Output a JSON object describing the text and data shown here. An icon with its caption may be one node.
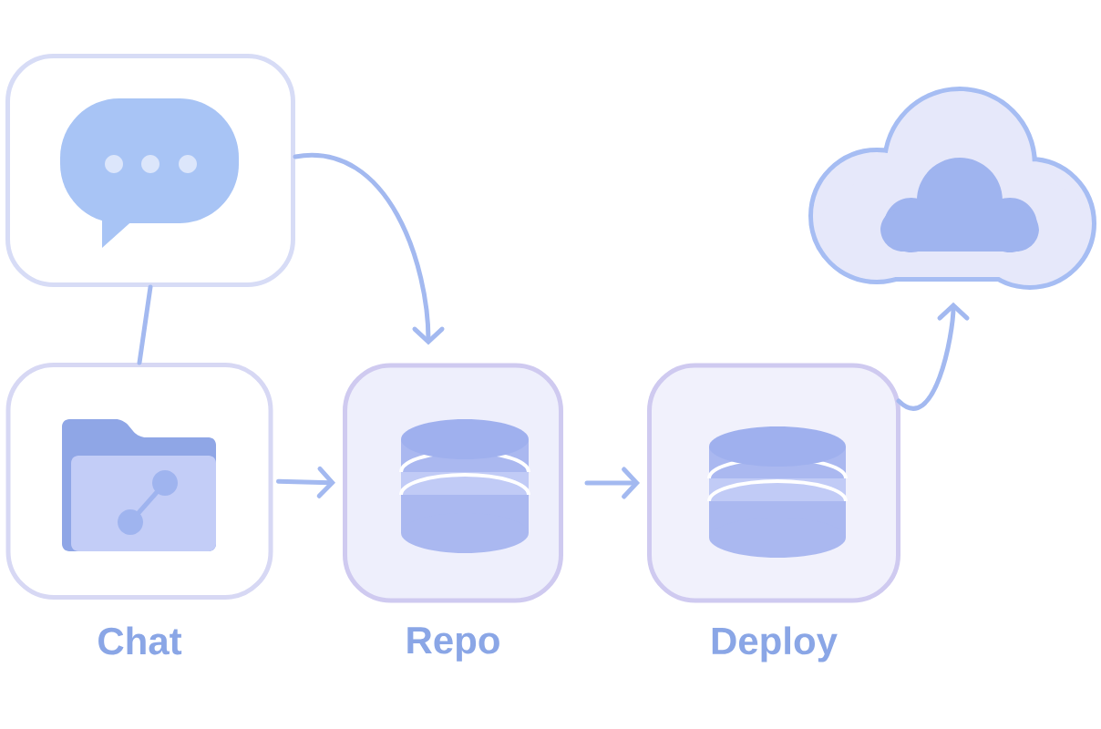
{
  "diagram": {
    "nodes": [
      {
        "text": [],
        "shape": "box"
      },
      {
        "text": [],
        "shape": "box",
        "beside": [
          "Chat"
        ]
      },
      {
        "text": [],
        "shape": "box",
        "beside": [
          "Repo"
        ]
      },
      {
        "text": [],
        "shape": "box",
        "beside": [
          "Deploy"
        ]
      },
      {
        "text": [],
        "shape": "cloud"
      }
    ],
    "edges": [
      {
        "from": 0,
        "to": 1,
        "arrow": "none"
      },
      {
        "from": 0,
        "to": 2,
        "arrow": "to"
      },
      {
        "from": 1,
        "to": 2,
        "arrow": "to"
      },
      {
        "from": 2,
        "to": 3,
        "arrow": "to"
      },
      {
        "from": 3,
        "to": 4,
        "arrow": "to"
      }
    ]
  }
}
